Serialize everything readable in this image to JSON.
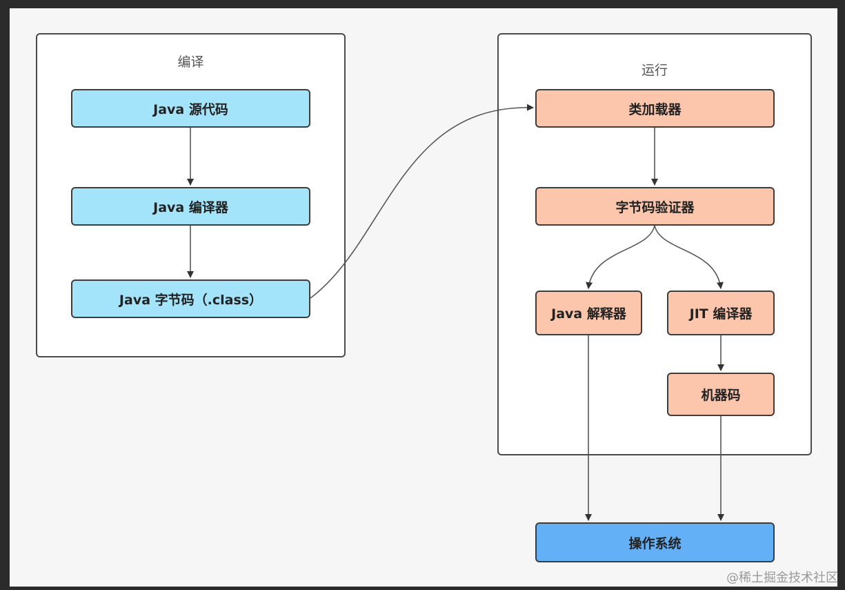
{
  "groups": {
    "compile": {
      "title": "编译"
    },
    "runtime": {
      "title": "运行"
    }
  },
  "nodes": {
    "java_source": "Java 源代码",
    "java_compiler": "Java 编译器",
    "java_bytecode": "Java 字节码（.class）",
    "class_loader": "类加载器",
    "bytecode_verifier": "字节码验证器",
    "java_interpreter": "Java 解释器",
    "jit_compiler": "JIT 编译器",
    "machine_code": "机器码",
    "operating_system": "操作系统"
  },
  "colors": {
    "compile_node": "#a3e4fb",
    "runtime_node": "#fcc6ad",
    "os_node": "#63b0f7",
    "border": "#3c3c3c",
    "edge": "#555555"
  },
  "watermark": "@稀土掘金技术社区"
}
